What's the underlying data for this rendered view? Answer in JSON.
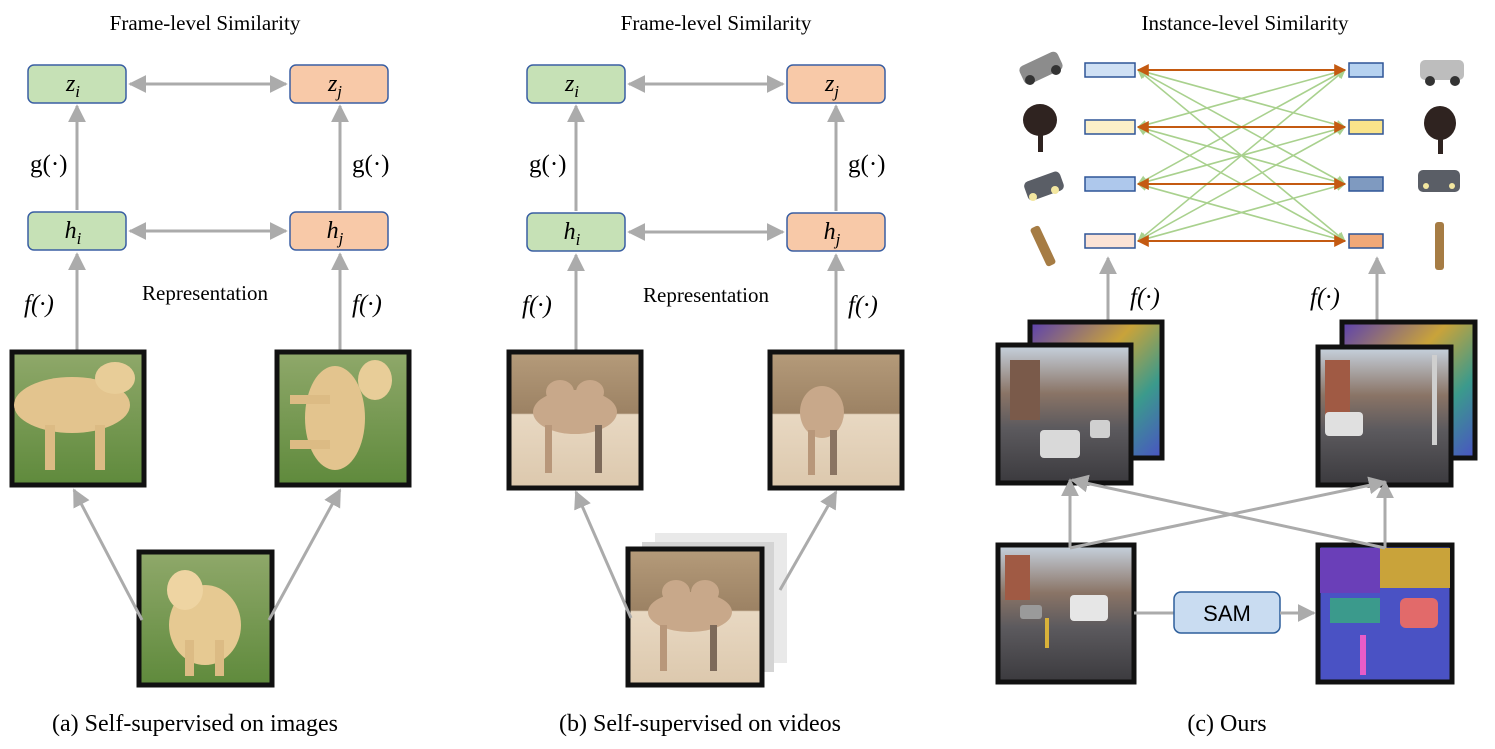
{
  "colors": {
    "green_box": "#c6e1b6",
    "orange_box": "#f8c9a8",
    "box_border": "#3a5fa3",
    "arrow_gray": "#ababab",
    "positive_arrow": "#c45a11",
    "negative_arrow": "#a9d18e",
    "sam_fill": "#c9dcf1",
    "sam_border": "#2e5f9c"
  },
  "panel_a": {
    "title": "Frame-level Similarity",
    "zi_base": "z",
    "zi_sub": "i",
    "zj_base": "z",
    "zj_sub": "j",
    "hi_base": "h",
    "hi_sub": "i",
    "hj_base": "h",
    "hj_sub": "j",
    "g_left": "g(·)",
    "g_right": "g(·)",
    "f_left": "f(·)",
    "f_right": "f(·)",
    "representation": "Representation",
    "caption": "(a) Self-supervised on images",
    "image_subject": "dog"
  },
  "panel_b": {
    "title": "Frame-level Similarity",
    "zi_base": "z",
    "zi_sub": "i",
    "zj_base": "z",
    "zj_sub": "j",
    "hi_base": "h",
    "hi_sub": "i",
    "hj_base": "h",
    "hj_sub": "j",
    "g_left": "g(·)",
    "g_right": "g(·)",
    "f_left": "f(·)",
    "f_right": "f(·)",
    "representation": "Representation",
    "caption": "(b) Self-supervised on videos",
    "image_subject": "camel"
  },
  "panel_c": {
    "title": "Instance-level Similarity",
    "f_left": "f(·)",
    "f_right": "f(·)",
    "sam_label": "SAM",
    "caption": "(c) Ours",
    "instance_icons": [
      "car-icon",
      "tree-icon",
      "car-icon",
      "pole-icon"
    ],
    "left_feature_colors": [
      "#cfe0f4",
      "#fcf0c8",
      "#aec8ec",
      "#fbe3d6"
    ],
    "right_feature_colors": [
      "#b6d2f0",
      "#fae48a",
      "#7f9ac0",
      "#f0a878"
    ]
  }
}
